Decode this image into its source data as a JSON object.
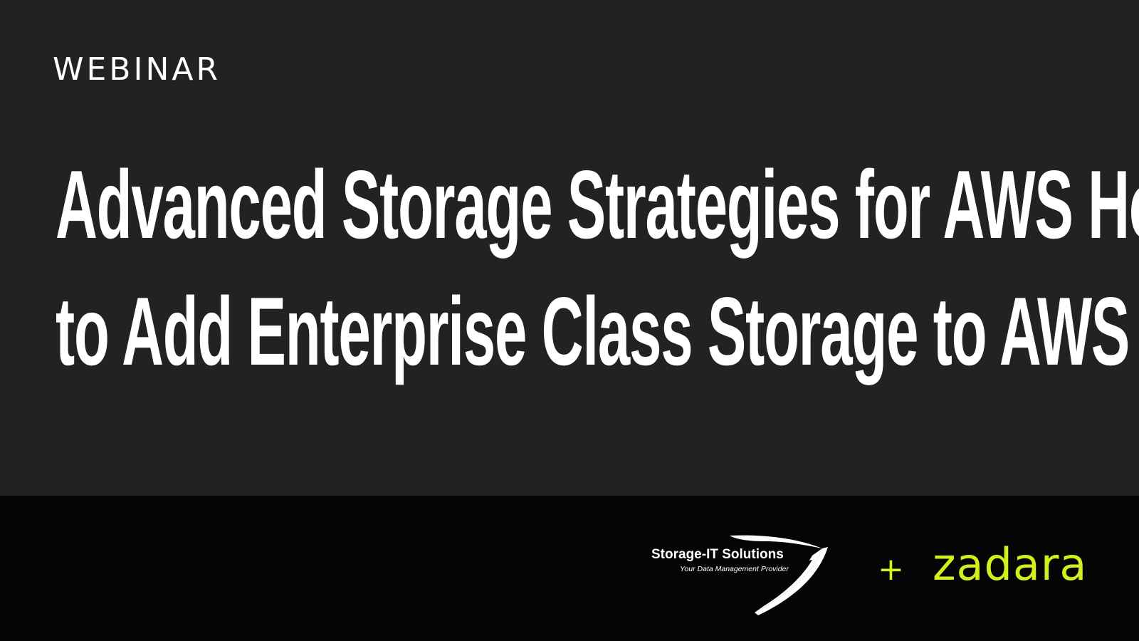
{
  "header": {
    "eyebrow": "WEBINAR"
  },
  "title": {
    "line1": "Advanced Storage Strategies for AWS How",
    "line2": "to Add Enterprise Class Storage to AWS"
  },
  "footer": {
    "partner_name": "Storage-IT Solutions",
    "partner_tagline": "Your Data Management Provider",
    "separator": "+",
    "brand": "zadara"
  },
  "colors": {
    "background": "#222222",
    "footer_background": "#050505",
    "text": "#ffffff",
    "brand_accent": "#d4f01c"
  },
  "icons": {
    "partner_logo": "swoosh-icon"
  }
}
